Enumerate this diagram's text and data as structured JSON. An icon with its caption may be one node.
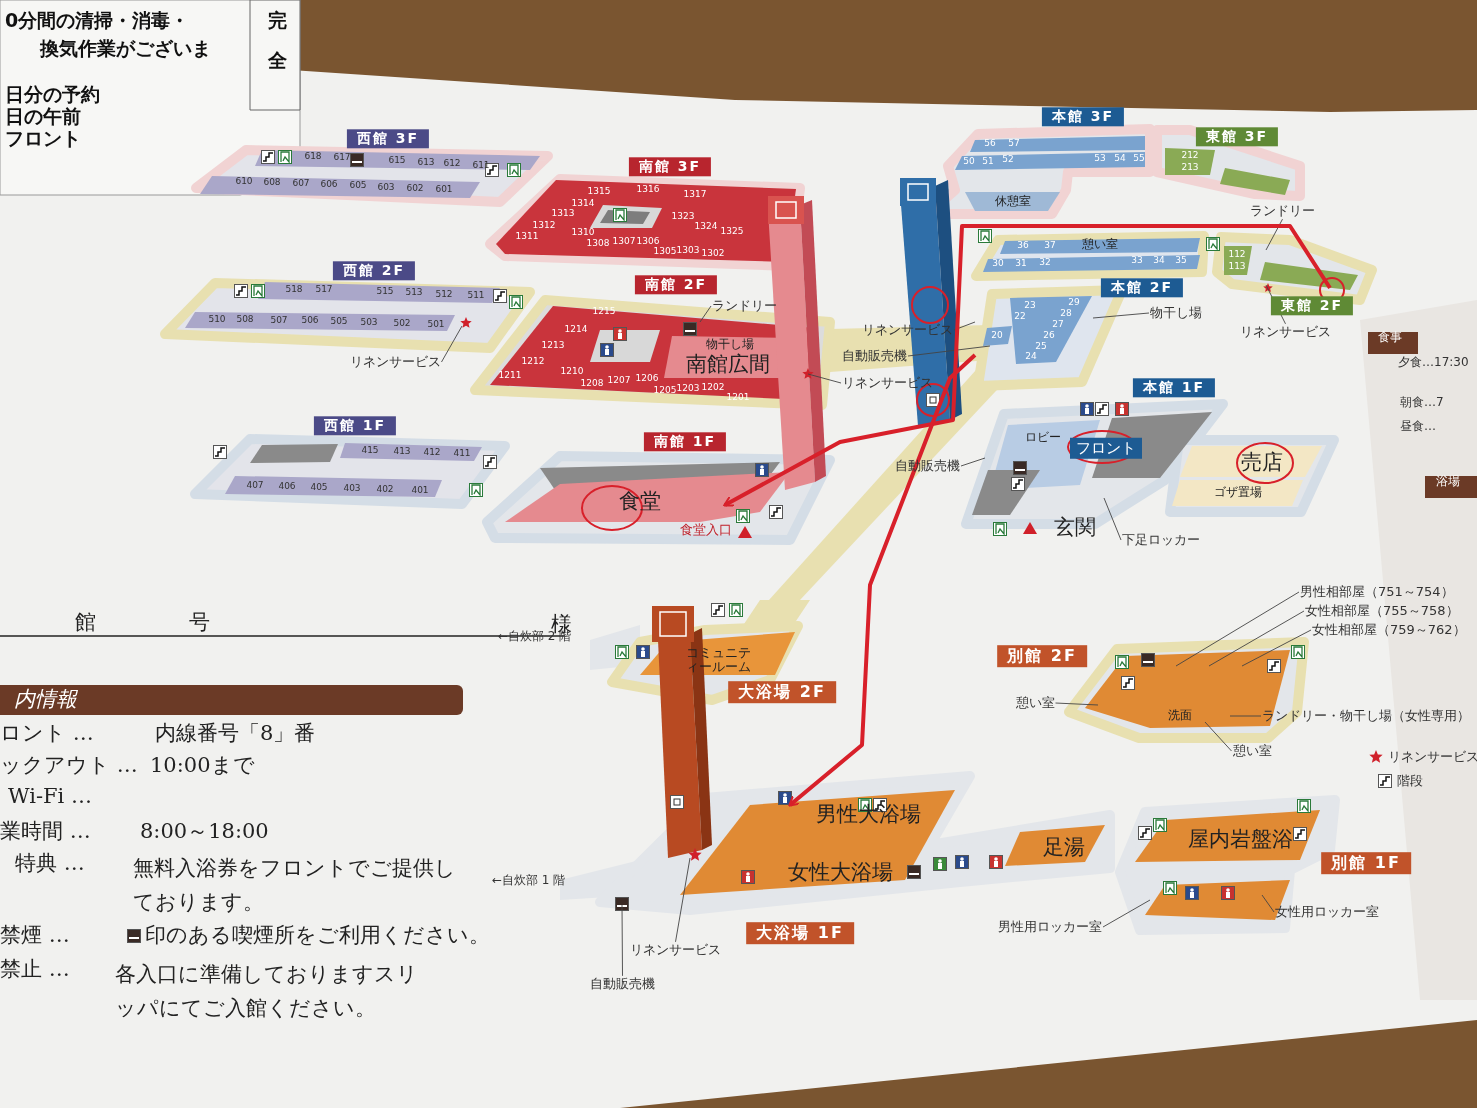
{
  "diagram": {
    "nodes": [
      {
        "text": [
          "西館 3F",
          "618",
          "617",
          "615",
          "613",
          "612",
          "611",
          "610",
          "608",
          "607",
          "606",
          "605",
          "603",
          "602",
          "601"
        ]
      },
      {
        "text": [
          "南館 3F",
          "1315",
          "1316",
          "1317",
          "1314",
          "1313",
          "1323",
          "1312",
          "1324",
          "1311",
          "1310",
          "1325",
          "1308",
          "1307",
          "1306",
          "1305",
          "1303",
          "1302"
        ]
      },
      {
        "text": [
          "西館 2F",
          "518",
          "517",
          "515",
          "513",
          "512",
          "511",
          "510",
          "508",
          "507",
          "506",
          "505",
          "503",
          "502",
          "501"
        ]
      },
      {
        "text": [
          "南館 2F",
          "1215",
          "1214",
          "1213",
          "物干し場",
          "1212",
          "1211",
          "1210",
          "南館広間",
          "1208",
          "1207",
          "1206",
          "1205",
          "1203",
          "1202",
          "1201"
        ]
      },
      {
        "text": [
          "西館 1F",
          "415",
          "413",
          "412",
          "411",
          "407",
          "406",
          "405",
          "403",
          "402",
          "401"
        ]
      },
      {
        "text": [
          "南館 1F",
          "食堂",
          "食堂入口"
        ]
      },
      {
        "text": [
          "本館 3F",
          "56",
          "57",
          "50",
          "51",
          "52",
          "53",
          "54",
          "55",
          "休憩室"
        ]
      },
      {
        "text": [
          "東館 3F",
          "212",
          "213"
        ]
      },
      {
        "text": [
          "36",
          "37",
          "憩い室",
          "30",
          "31",
          "32",
          "33",
          "34",
          "35",
          "本館 2F",
          "23",
          "22",
          "29",
          "28",
          "27",
          "26",
          "25",
          "24",
          "20"
        ]
      },
      {
        "text": [
          "112",
          "113",
          "東館 2F"
        ]
      },
      {
        "text": [
          "本館 1F",
          "ロビー",
          "フロント",
          "売店",
          "ゴザ置場",
          "玄関"
        ]
      },
      {
        "text": [
          "コミュニティールーム",
          "大浴場 2F"
        ]
      },
      {
        "text": [
          "別館 2F",
          "洗面"
        ]
      },
      {
        "text": [
          "男性大浴場",
          "女性大浴場",
          "足湯",
          "大浴場 1F"
        ]
      },
      {
        "text": [
          "屋内岩盤浴",
          "別館 1F"
        ]
      },
      {
        "text": [
          "リネンサービス"
        ]
      },
      {
        "text": [
          "ランドリー"
        ]
      },
      {
        "text": [
          "リネンサービス"
        ]
      },
      {
        "text": [
          "自動販売機"
        ]
      },
      {
        "text": [
          "リネンサービス"
        ]
      },
      {
        "text": [
          "物干し場"
        ],
        "in": 8
      },
      {
        "text": [
          "ランドリー"
        ]
      },
      {
        "text": [
          "リネンサービス"
        ]
      },
      {
        "text": [
          "自動販売機"
        ]
      },
      {
        "text": [
          "下足ロッカー"
        ]
      },
      {
        "text": [
          "男性相部屋（751～754）"
        ]
      },
      {
        "text": [
          "女性相部屋（755～758）"
        ]
      },
      {
        "text": [
          "女性相部屋（759～762）"
        ]
      },
      {
        "text": [
          "憩い室"
        ]
      },
      {
        "text": [
          "ランドリー・物干し場（女性専用）"
        ]
      },
      {
        "text": [
          "憩い室"
        ]
      },
      {
        "text": [
          "男性用ロッカー室"
        ]
      },
      {
        "text": [
          "女性用ロッカー室"
        ]
      },
      {
        "text": [
          "リネンサービス"
        ]
      },
      {
        "text": [
          "自動販売機"
        ]
      }
    ],
    "edges": [
      {
        "from": 15,
        "to": 2,
        "arrow": "none"
      },
      {
        "from": 16,
        "to": 3,
        "arrow": "none"
      },
      {
        "from": 17,
        "to": 3,
        "arrow": "none"
      },
      {
        "from": 18,
        "to": 8,
        "arrow": "none"
      },
      {
        "from": 19,
        "to": 8,
        "arrow": "none"
      },
      {
        "from": 20,
        "to": 8,
        "arrow": "none"
      },
      {
        "from": 21,
        "to": 9,
        "arrow": "none"
      },
      {
        "from": 22,
        "to": 9,
        "arrow": "none"
      },
      {
        "from": 23,
        "to": 10,
        "arrow": "none"
      },
      {
        "from": 24,
        "to": 10,
        "arrow": "none"
      },
      {
        "from": 25,
        "to": 12,
        "arrow": "none"
      },
      {
        "from": 26,
        "to": 12,
        "arrow": "none"
      },
      {
        "from": 27,
        "to": 12,
        "arrow": "none"
      },
      {
        "from": 28,
        "to": 12,
        "arrow": "none"
      },
      {
        "from": 29,
        "to": 12,
        "arrow": "none"
      },
      {
        "from": 30,
        "to": 12,
        "arrow": "none"
      },
      {
        "from": 31,
        "to": 14,
        "arrow": "none"
      },
      {
        "from": 32,
        "to": 14,
        "arrow": "none"
      },
      {
        "from": 33,
        "to": 13,
        "arrow": "none"
      },
      {
        "from": 34,
        "to": 13,
        "arrow": "none"
      },
      {
        "from": 9,
        "to": 5,
        "arrow": "to",
        "style": "thick",
        "color": "#d8202a"
      },
      {
        "from": 8,
        "to": 13,
        "arrow": "to",
        "style": "thick",
        "color": "#d8202a"
      }
    ],
    "labels": [
      "0分間の清掃・消毒・",
      "換気作業がございま",
      "完",
      "全",
      "日分の予約",
      "日の午前",
      "フロント",
      "食事",
      "夕食…17:30",
      "朝食…7",
      "昼食…",
      "浴場",
      "館",
      "号",
      "様",
      "←自炊部 2 階",
      "内情報",
      "ロント …",
      "内線番号「8」番",
      "ックアウト …",
      "10:00まで",
      "Wi-Fi …",
      "業時間 …",
      "8:00～18:00",
      "特典 …",
      "無料入浴券をフロントでご提供しております。",
      "禁煙 …",
      "印のある喫煙所をご利用ください。",
      "禁止 …",
      "各入口に準備しておりますスリッパにてご入館ください。",
      "←自炊部 1 階"
    ],
    "legend": [
      {
        "text": "リネンサービス"
      },
      {
        "text": "階段"
      }
    ]
  }
}
